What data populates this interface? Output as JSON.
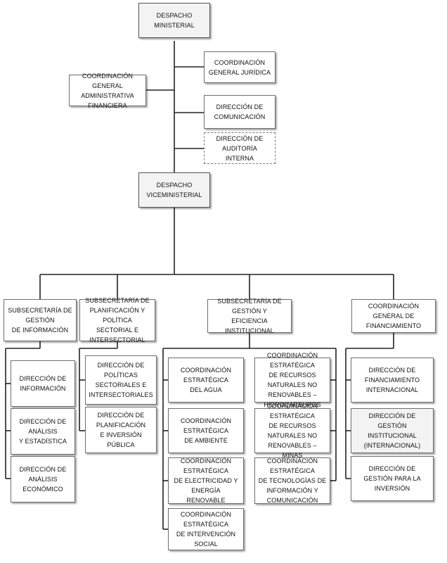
{
  "org_chart": {
    "despacho_ministerial": "Despacho Ministerial",
    "coord_juridica": "Coordinación\nGeneral Jurídica",
    "coord_admin": "Coordinación General\nAdministrativa Financiera",
    "dir_comunicacion": "Dirección de\nComunicación",
    "dir_auditoria": "Dirección de\nAuditoría Interna",
    "despacho_viceministerial": "Despacho\nViceministerial",
    "sub_informacion": "Subsecretaría de Gestión\nde Información",
    "sub_planificacion": "Subsecretaría de\nPlanificación y Política\nSectorial e Intersectorial",
    "sub_eficiencia": "Subsecretaría de Gestión y\nEficiencia Institucional",
    "coord_financiamiento": "Coordinación General de\nFinanciamiento",
    "dir_informacion": "Dirección de\nInformación",
    "dir_analisis_estadistica": "Dirección de Análisis\ny Estadística",
    "dir_analisis_economico": "Dirección de Análisis\nEconómico",
    "dir_politicas": "Dirección de Políticas\nSectoriales e\nIntersectoriales",
    "dir_planificacion_inversion": "Dirección de Planificación\ne Inversión Pública",
    "ce_agua": "Coordinación Estratégica\ndel Agua",
    "ce_ambiente": "Coordinación Estratégica\nde Ambiente",
    "ce_electricidad": "Coordinación Estratégica\nde Electricidad y Energía\nRenovable",
    "ce_intervencion": "Coordinación Estratégica\nde Intervención Social",
    "ce_hidrocarburos": "Coordinación Estratégica\nde Recursos Naturales No\nRenovables – Hidrocarburos",
    "ce_minas": "Coordinación Estratégica\nde Recursos Naturales No\nRenovables – Minas",
    "ce_tecnologias": "Coordinación Estratégica\nde Tecnologías de\nInformación y Comunicación",
    "dir_financiamiento_int": "Dirección de Financiamiento\nInternacional",
    "dir_gestion_institucional": "Dirección de Gestión\nInstitucional (Internacional)",
    "dir_gestion_inversion": "Dirección de Gestión para la\nInversión"
  }
}
